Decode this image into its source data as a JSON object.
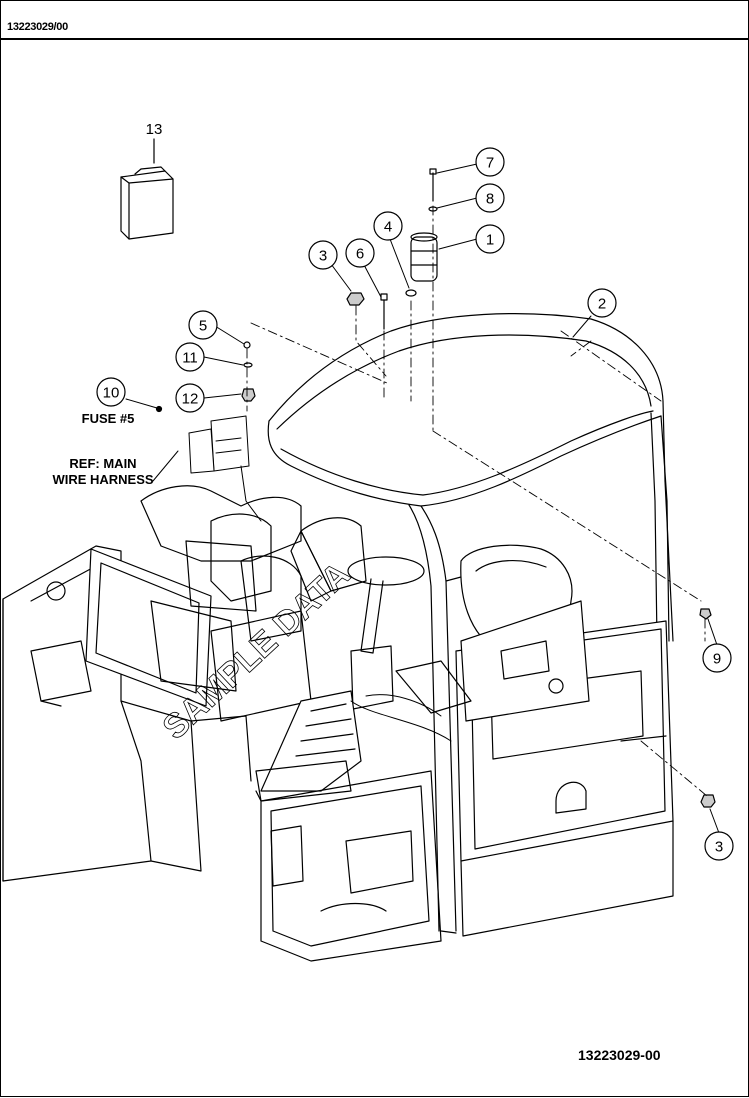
{
  "header": {
    "drawing_number": "13223029/00"
  },
  "footer": {
    "drawing_number": "13223029-00"
  },
  "callouts": [
    {
      "id": "callout-13",
      "label": "13"
    },
    {
      "id": "callout-7",
      "label": "7"
    },
    {
      "id": "callout-8",
      "label": "8"
    },
    {
      "id": "callout-1",
      "label": "1"
    },
    {
      "id": "callout-4",
      "label": "4"
    },
    {
      "id": "callout-6",
      "label": "6"
    },
    {
      "id": "callout-3-top",
      "label": "3"
    },
    {
      "id": "callout-2",
      "label": "2"
    },
    {
      "id": "callout-5",
      "label": "5"
    },
    {
      "id": "callout-11",
      "label": "11"
    },
    {
      "id": "callout-12",
      "label": "12"
    },
    {
      "id": "callout-10",
      "label": "10"
    },
    {
      "id": "callout-9",
      "label": "9"
    },
    {
      "id": "callout-3-bottom",
      "label": "3"
    }
  ],
  "notes": {
    "fuse": "FUSE #5",
    "ref_line1": "REF: MAIN",
    "ref_line2": "WIRE HARNESS"
  },
  "watermark": {
    "text": "SAMPLE DATA"
  }
}
